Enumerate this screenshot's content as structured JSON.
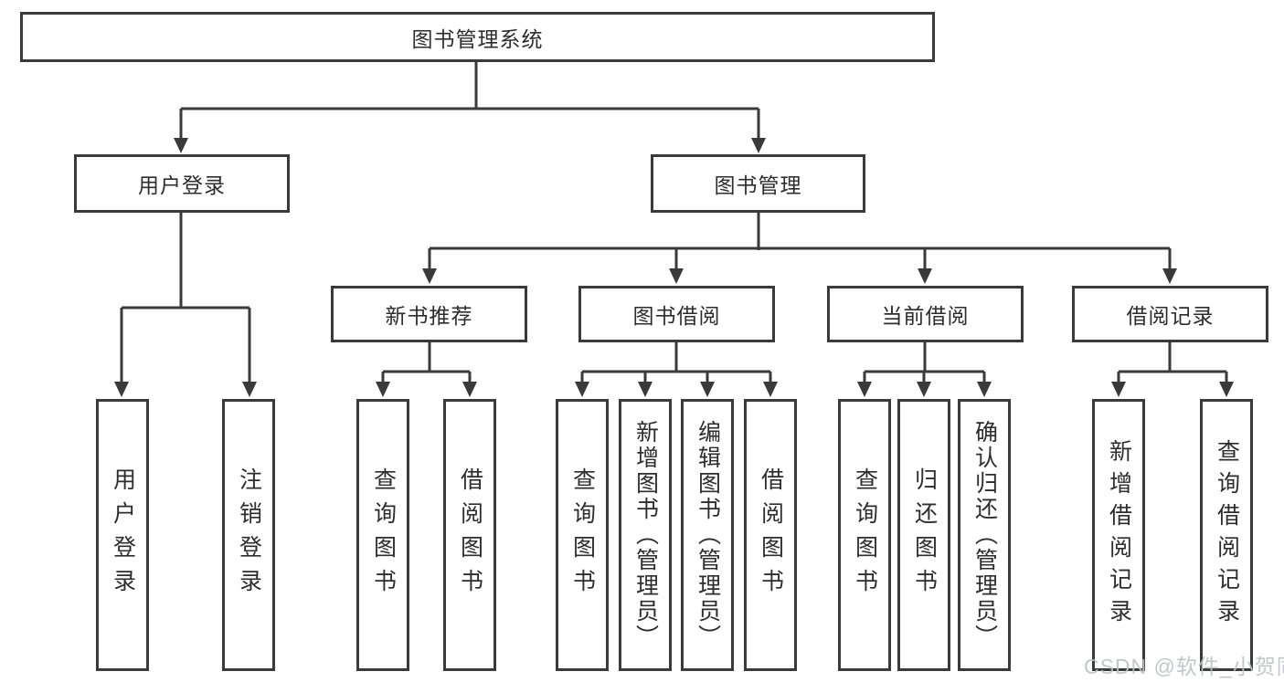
{
  "colors": {
    "line": "#3a3a3a",
    "text": "#2d2d2d",
    "box_background": "#ffffff",
    "page_background": "#ffffff",
    "watermark": "#bdc2c6"
  },
  "watermark": {
    "text": "CSDN @软件_小贺同学"
  },
  "tree": {
    "root": {
      "label": "图书管理系统"
    },
    "branches": [
      {
        "label": "用户登录",
        "children": [
          {
            "label": "用户登录"
          },
          {
            "label": "注销登录"
          }
        ]
      },
      {
        "label": "图书管理",
        "children": [
          {
            "label": "新书推荐",
            "children": [
              {
                "label": "查询图书"
              },
              {
                "label": "借阅图书"
              }
            ]
          },
          {
            "label": "图书借阅",
            "children": [
              {
                "label": "查询图书"
              },
              {
                "label": "新增图书（管理员）"
              },
              {
                "label": "编辑图书（管理员）"
              },
              {
                "label": "借阅图书"
              }
            ]
          },
          {
            "label": "当前借阅",
            "children": [
              {
                "label": "查询图书"
              },
              {
                "label": "归还图书"
              },
              {
                "label": "确认归还（管理员）"
              }
            ]
          },
          {
            "label": "借阅记录",
            "children": [
              {
                "label": "新增借阅记录"
              },
              {
                "label": "查询借阅记录"
              }
            ]
          }
        ]
      }
    ]
  }
}
